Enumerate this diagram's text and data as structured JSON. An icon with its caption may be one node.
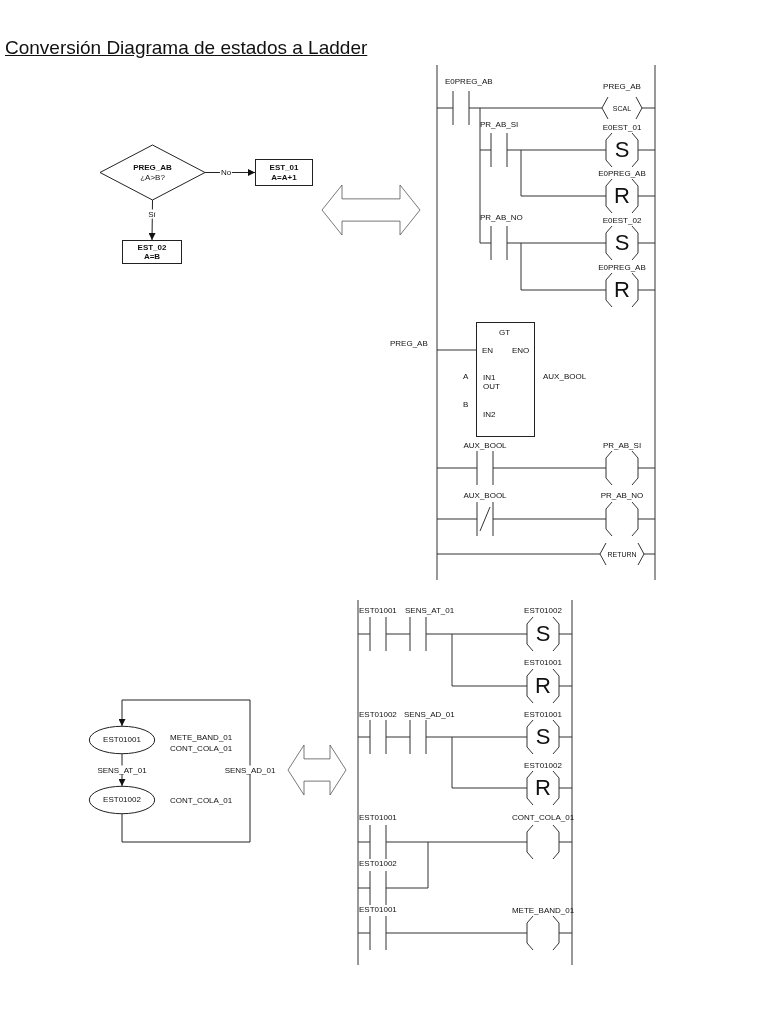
{
  "diagram": {
    "title": "Conversión Diagrama de estados a Ladder",
    "nodes": [
      {
        "text": [
          "PREG_AB",
          "¿A>B?"
        ]
      },
      {
        "text": [
          "EST_01",
          "A=A+1"
        ]
      },
      {
        "text": [
          "EST_02",
          "A=B"
        ]
      },
      {
        "text": [
          "GT",
          "EN",
          "ENO",
          "IN1 OUT",
          "IN2"
        ]
      },
      {
        "text": [
          "EST01001"
        ],
        "beside": [
          "METE_BAND_01",
          "CONT_COLA_01"
        ]
      },
      {
        "text": [
          "EST01002"
        ],
        "beside": [
          "CONT_COLA_01"
        ]
      }
    ],
    "edges": [
      {
        "from": 0,
        "to": 1,
        "arrow": "to",
        "label": "No"
      },
      {
        "from": 0,
        "to": 2,
        "arrow": "to",
        "label": "Sí"
      },
      {
        "from": 4,
        "to": 5,
        "arrow": "to",
        "label": "SENS_AT_01"
      },
      {
        "from": 5,
        "to": 4,
        "arrow": "to",
        "label": "SENS_AD_01"
      }
    ],
    "labels": [
      "E0PREG_AB",
      "PREG_AB",
      "SCAL",
      "PR_AB_SI",
      "E0EST_01",
      "S",
      "E0PREG_AB",
      "R",
      "PR_AB_NO",
      "E0EST_02",
      "S",
      "E0PREG_AB",
      "R",
      "PREG_AB",
      "A",
      "AUX_BOOL",
      "B",
      "AUX_BOOL",
      "PR_AB_SI",
      "AUX_BOOL",
      "PR_AB_NO",
      "RETURN",
      "EST01001",
      "SENS_AT_01",
      "EST01002",
      "S",
      "EST01001",
      "R",
      "EST01002",
      "SENS_AD_01",
      "EST01001",
      "S",
      "EST01002",
      "R",
      "EST01001",
      "CONT_COLA_01",
      "EST01002",
      "EST01001",
      "METE_BAND_01"
    ]
  }
}
